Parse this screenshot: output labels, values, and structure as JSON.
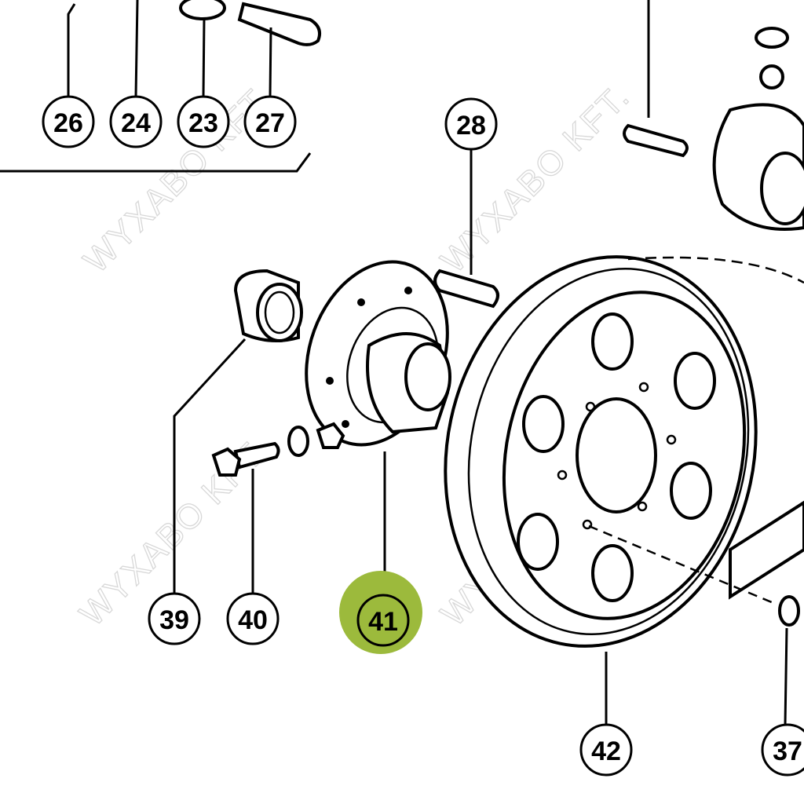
{
  "diagram": {
    "watermark": "WYXABO KFT.",
    "highlight_color": "#9cba3c",
    "highlighted_part": "41",
    "callouts": [
      "26",
      "24",
      "23",
      "27",
      "28",
      "39",
      "40",
      "41",
      "42",
      "37"
    ]
  }
}
